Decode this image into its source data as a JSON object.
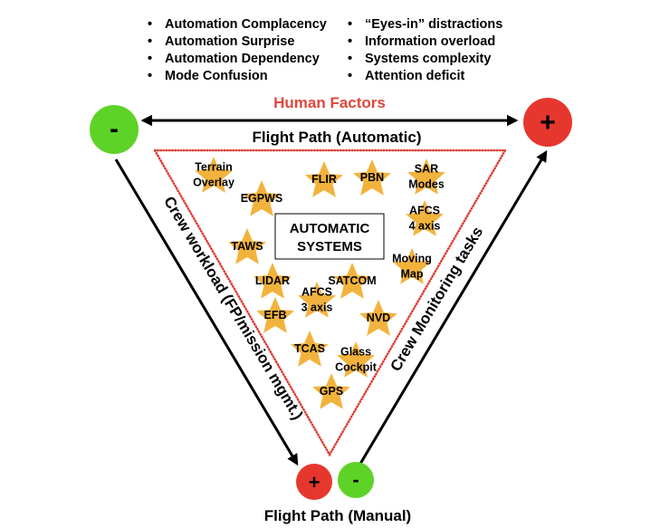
{
  "human_factors_left": [
    "Automation Complacency",
    "Automation Surprise",
    "Automation Dependency",
    "Mode Confusion"
  ],
  "human_factors_right": [
    "“Eyes-in” distractions",
    "Information overload",
    "Systems complexity",
    "Attention deficit"
  ],
  "human_factors_title": "Human Factors",
  "flight_path_automatic": "Flight Path (Automatic)",
  "flight_path_manual": "Flight Path (Manual)",
  "crew_workload": "Crew workload (FP/mission mgmt.)",
  "crew_monitoring": "Crew Monitoring tasks",
  "center_box": [
    "AUTOMATIC",
    "SYSTEMS"
  ],
  "systems": [
    [
      "Terrain",
      "Overlay"
    ],
    [
      "EGPWS"
    ],
    [
      "FLIR"
    ],
    [
      "PBN"
    ],
    [
      "SAR",
      "Modes"
    ],
    [
      "AFCS",
      "4 axis"
    ],
    [
      "TAWS"
    ],
    [
      "Moving",
      "Map"
    ],
    [
      "LIDAR"
    ],
    [
      "SATCOM"
    ],
    [
      "AFCS",
      "3 axis"
    ],
    [
      "EFB"
    ],
    [
      "NVD"
    ],
    [
      "TCAS"
    ],
    [
      "Glass",
      "Cockpit"
    ],
    [
      "GPS"
    ]
  ],
  "signs": {
    "top_left": "-",
    "top_right": "+",
    "bottom_red": "+",
    "bottom_green": "-"
  },
  "colors": {
    "star": "#F2B33D",
    "green": "#5ED327",
    "red": "#E6372E",
    "triangle_border": "#E03C31",
    "human_factors_text": "#E0473C"
  }
}
